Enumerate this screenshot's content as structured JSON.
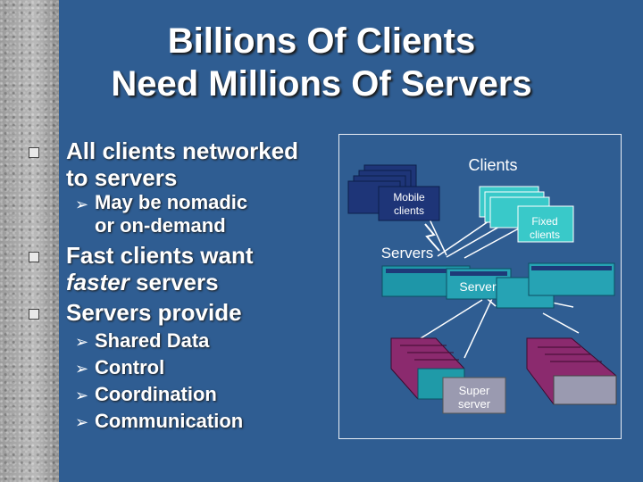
{
  "title": {
    "line1": "Billions Of Clients",
    "line2": "Need Millions Of Servers"
  },
  "bullets": [
    {
      "text1": "All clients networked",
      "text2": "to servers"
    },
    {
      "text1": "Fast clients want",
      "text2_em": "faster",
      "text2_rest": " servers"
    },
    {
      "text1": "Servers provide"
    }
  ],
  "sub_bullets_1": [
    {
      "text1": "May be nomadic",
      "text2": "or on-demand"
    }
  ],
  "sub_bullets_3": [
    "Shared Data",
    "Control",
    "Coordination",
    "Communication"
  ],
  "diagram": {
    "clients": "Clients",
    "mobile_clients": [
      "Mobile",
      "clients"
    ],
    "fixed_clients": [
      "Fixed",
      "clients"
    ],
    "servers": "Servers",
    "server": "Server",
    "super_server": [
      "Super",
      "server"
    ]
  },
  "colors": {
    "background": "#2f5d92",
    "mobile_box": "#1e3578",
    "fixed_box": "#39c9c9",
    "server_box": "#26a3b4",
    "super_rack": "#8b2a6e"
  }
}
